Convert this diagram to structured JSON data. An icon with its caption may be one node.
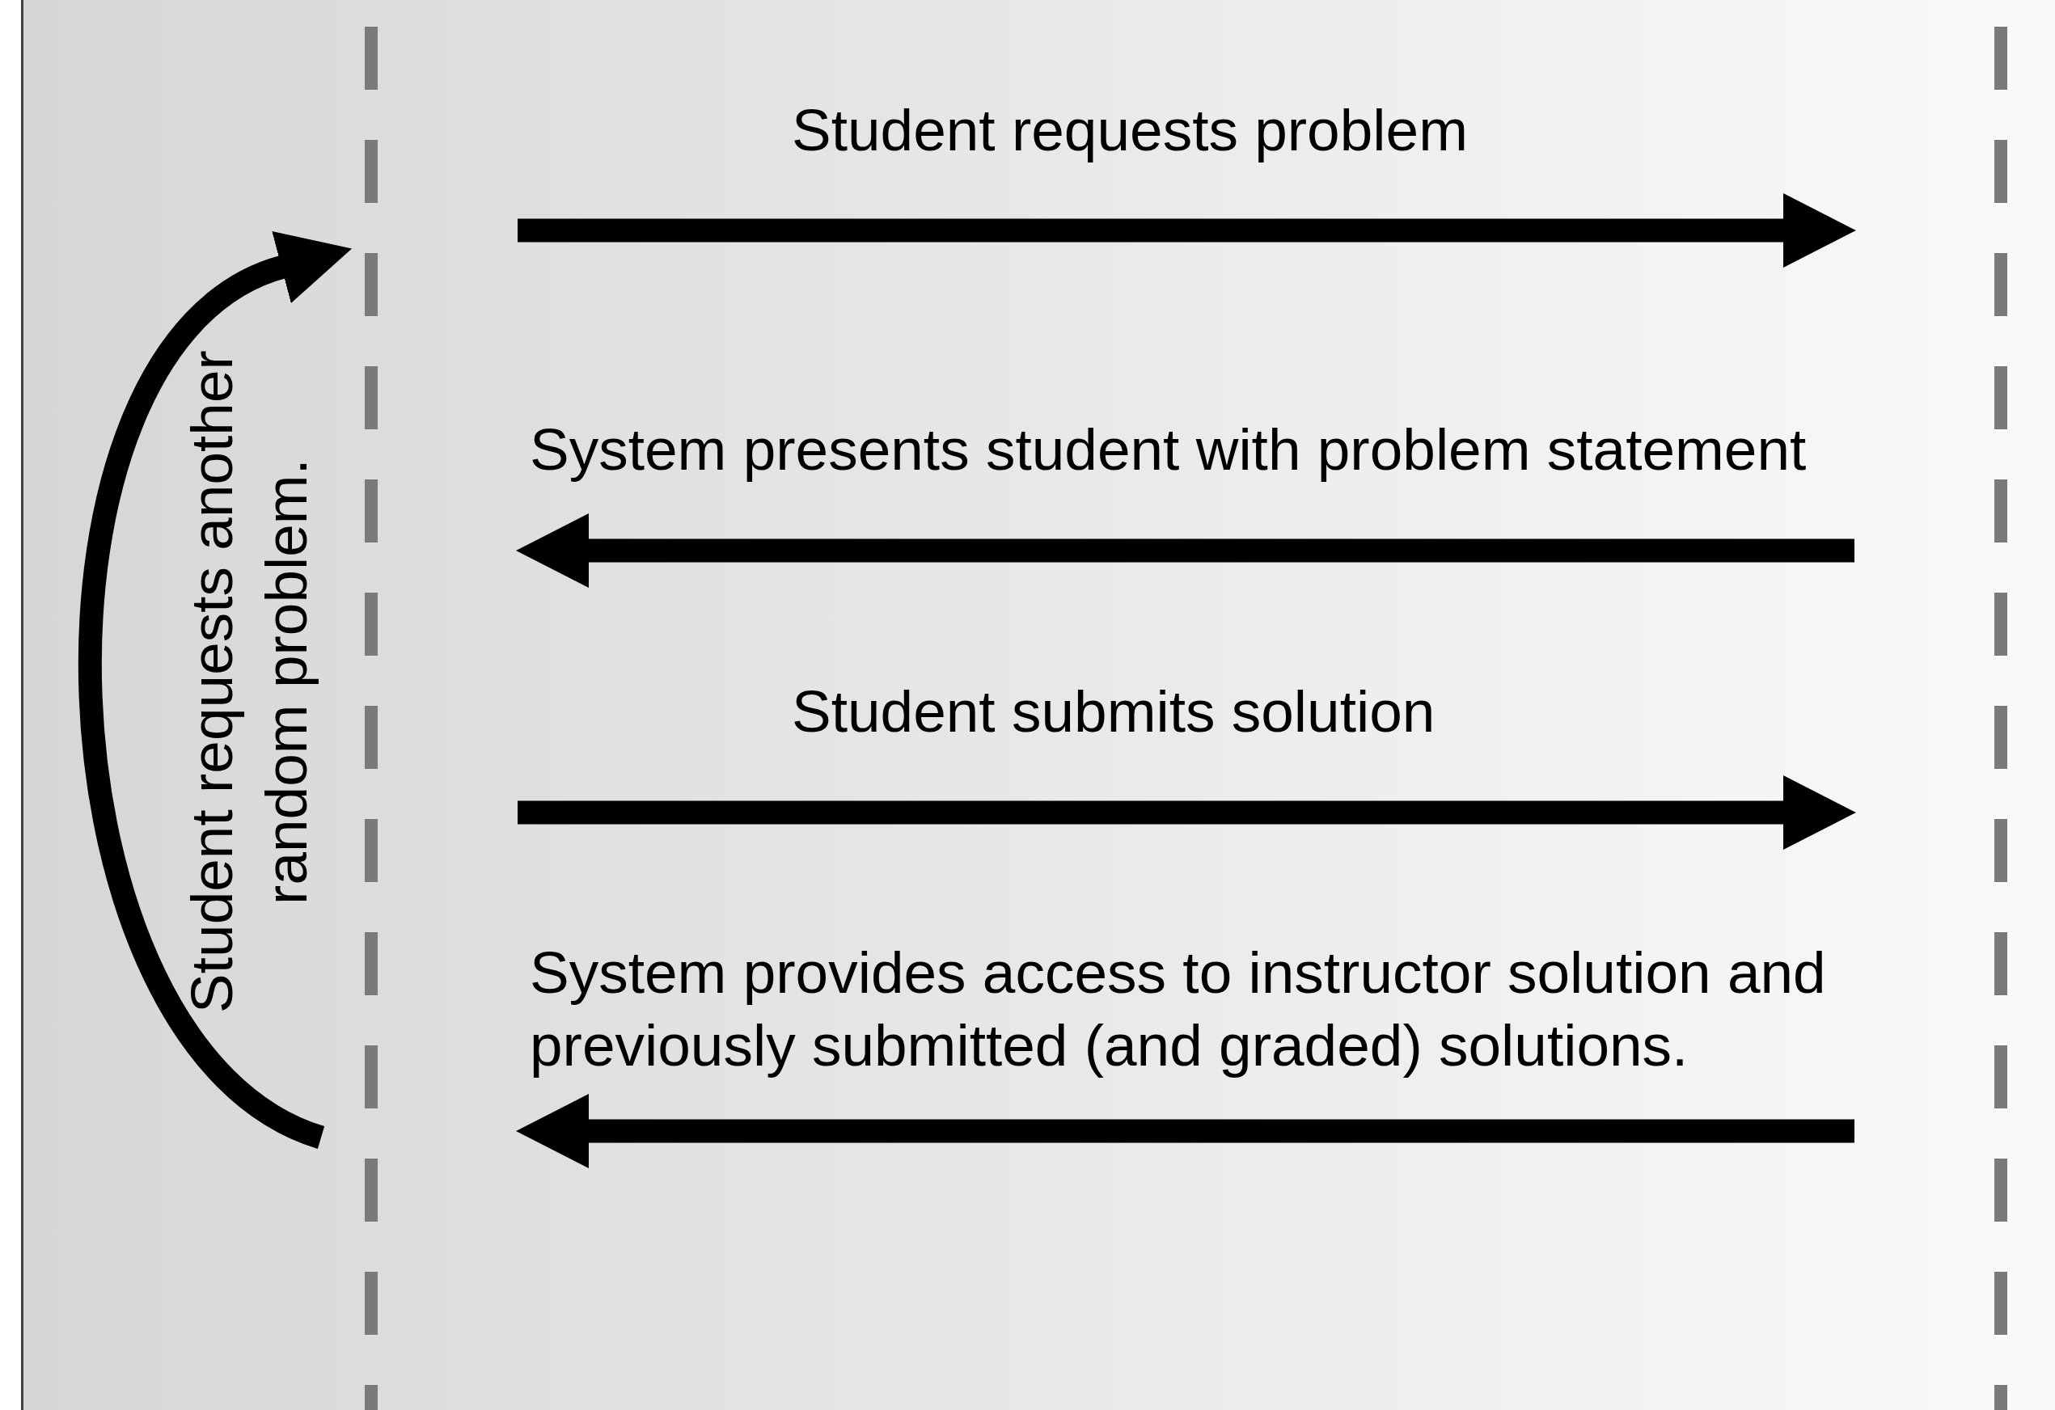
{
  "diagram": {
    "nodes": [
      {
        "text": [],
        "shape": "bar"
      },
      {
        "text": [],
        "shape": "bar"
      }
    ],
    "edges": [
      {
        "from": 0,
        "to": 1,
        "arrow": "to",
        "label": "Student requests problem"
      },
      {
        "from": 1,
        "to": 0,
        "arrow": "to",
        "label": "System presents student with problem statement"
      },
      {
        "from": 0,
        "to": 1,
        "arrow": "to",
        "label": "Student submits solution"
      },
      {
        "from": 1,
        "to": 0,
        "arrow": "to",
        "label": "System provides access to instructor solution and previously submitted (and graded) solutions."
      },
      {
        "from": 0,
        "to": 0,
        "arrow": "to",
        "label": "Student requests another random problem."
      }
    ]
  }
}
